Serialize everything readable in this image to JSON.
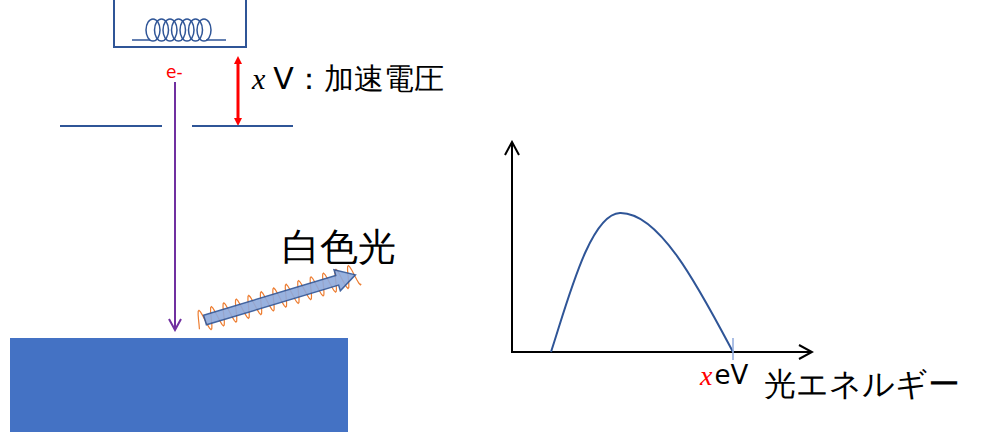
{
  "diagram": {
    "labels": [
      "e-",
      "x",
      "V：加速電圧",
      "白色光",
      "x",
      "eV",
      "光エネルギー"
    ]
  }
}
